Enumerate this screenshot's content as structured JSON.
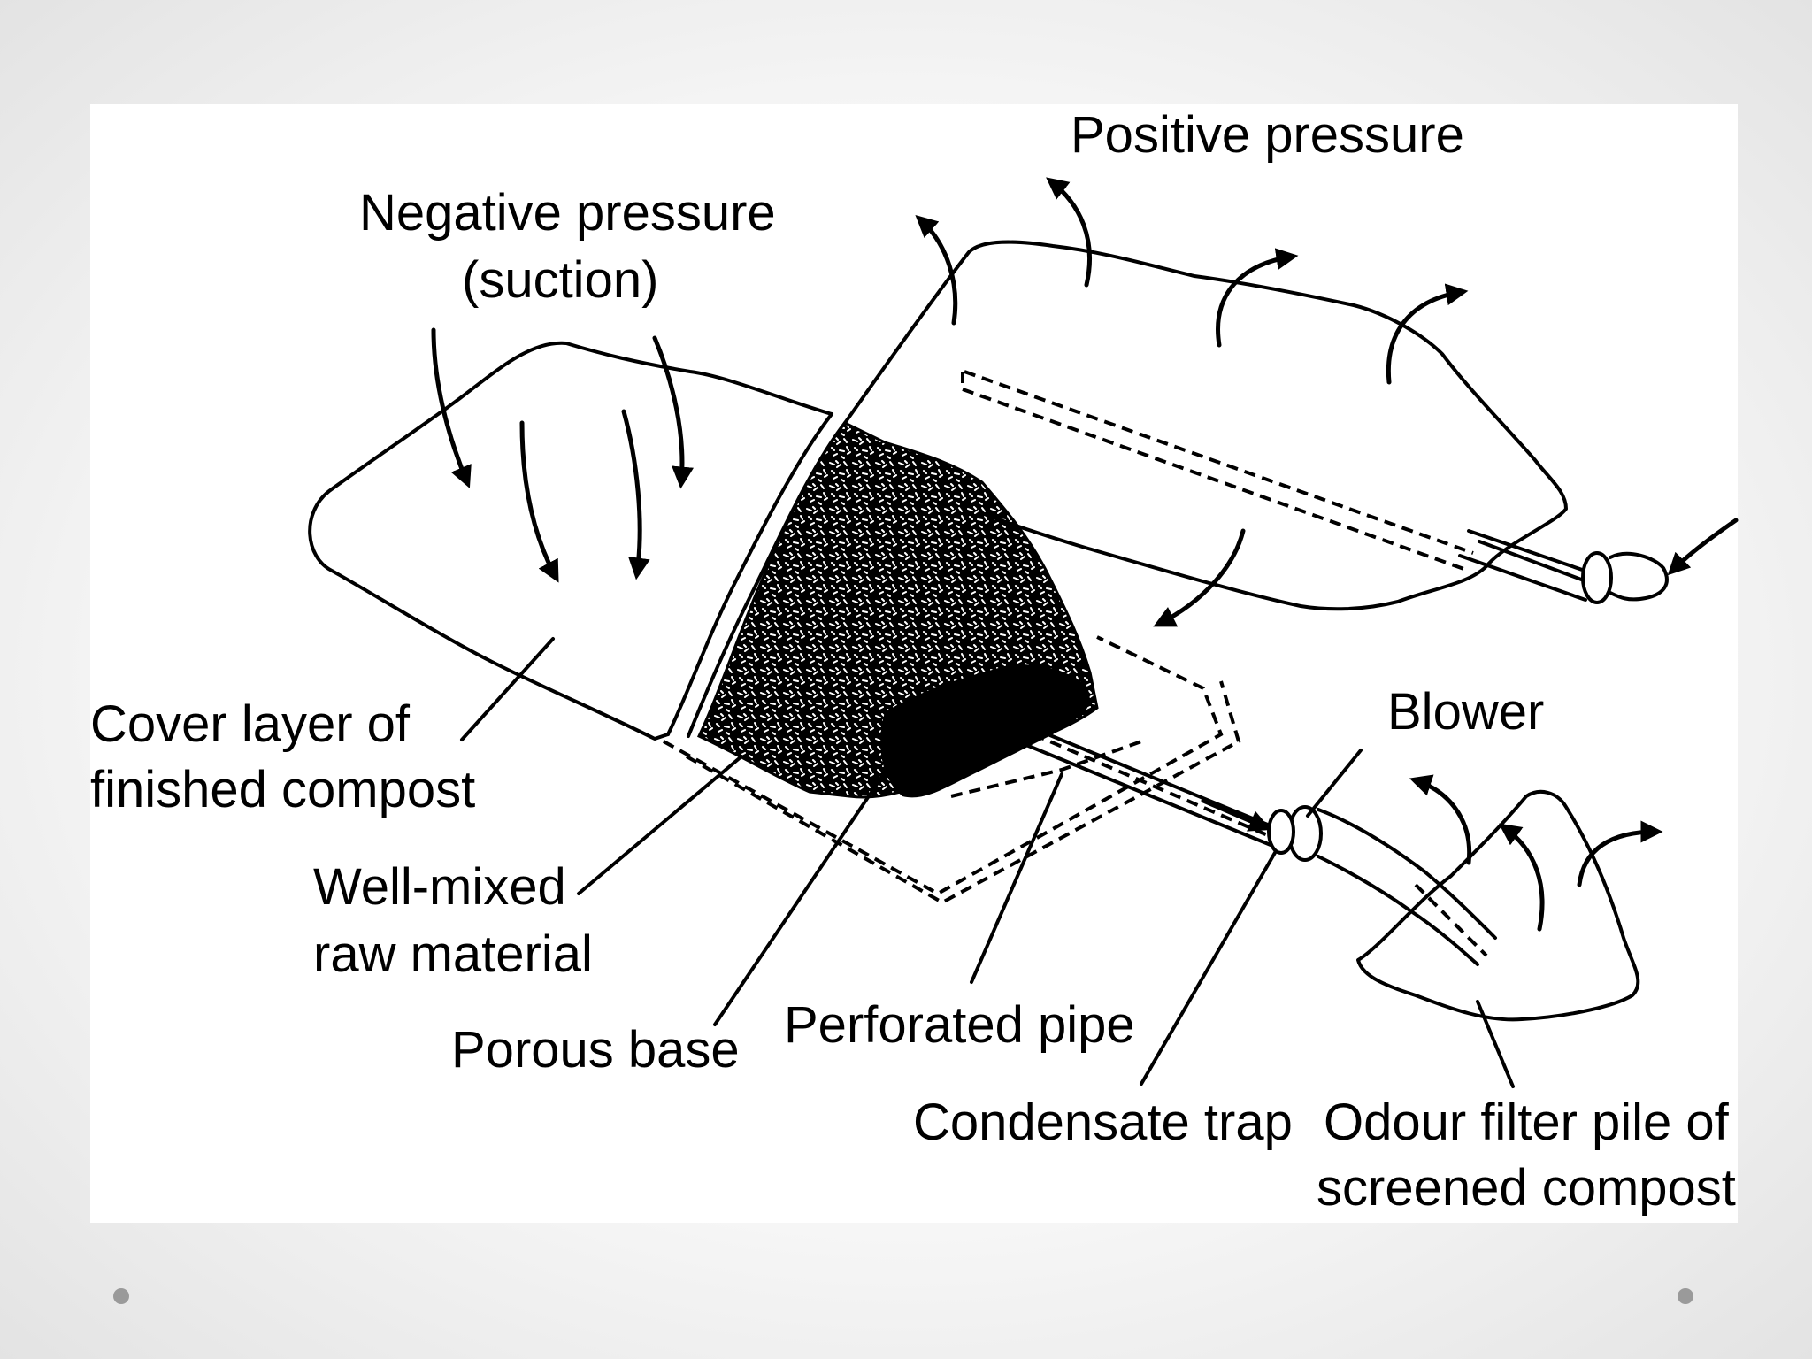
{
  "diagram": {
    "labels": {
      "positive_pressure": "Positive pressure",
      "negative_pressure_line1": "Negative pressure",
      "negative_pressure_line2": "(suction)",
      "cover_layer_line1": "Cover layer of",
      "cover_layer_line2": "finished compost",
      "well_mixed_line1": "Well-mixed",
      "well_mixed_line2": "raw material",
      "porous_base": "Porous base",
      "perforated_pipe": "Perforated pipe",
      "blower": "Blower",
      "condensate_trap": "Condensate trap",
      "odour_filter_line1": "Odour filter pile of",
      "odour_filter_line2": "screened compost"
    }
  }
}
